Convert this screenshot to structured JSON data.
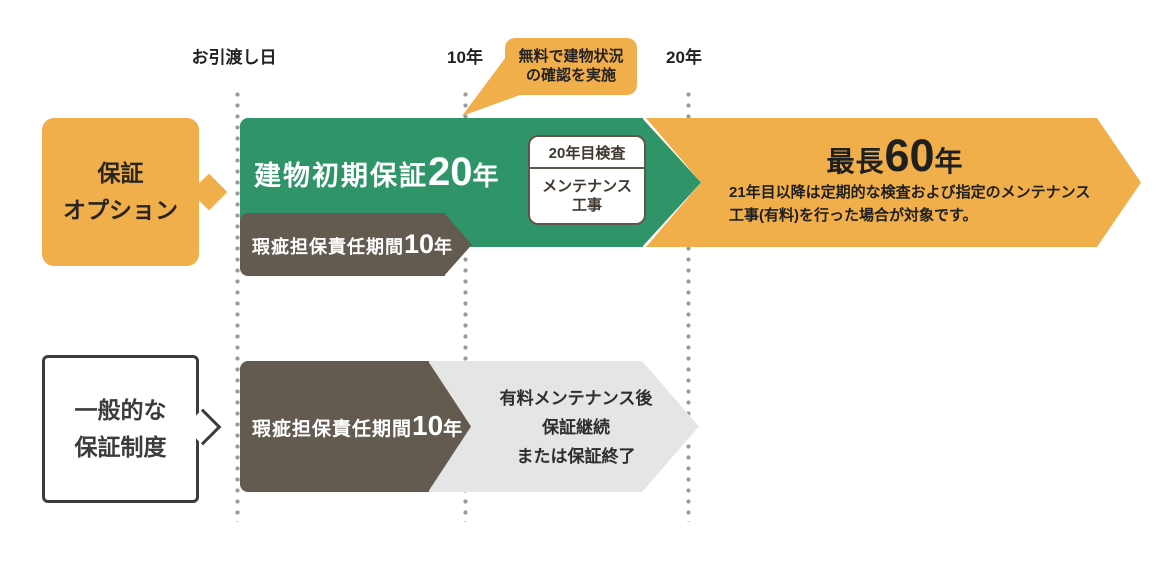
{
  "colors": {
    "orange": "#F1AF4B",
    "green": "#2F9568",
    "brown": "#645B50",
    "light_gray": "#E5E5E5",
    "dot_gray": "#9B9B9B",
    "text_dark": "#222222",
    "white": "#FFFFFF",
    "inspect_box_border": "#5F564D",
    "general_box_border": "#3C3C3C"
  },
  "timeline": {
    "delivery": "お引渡し日",
    "year10": "10年",
    "year20": "20年"
  },
  "callout": {
    "line1": "無料で建物状況",
    "line2": "の確認を実施"
  },
  "warranty_option": {
    "label_line1": "保証",
    "label_line2": "オプション",
    "initial": {
      "text": "建物初期保証",
      "number": "20",
      "unit": "年"
    },
    "inspection_box": {
      "top": "20年目検査",
      "bottom_line1": "メンテナンス",
      "bottom_line2": "工事"
    },
    "defect_period": {
      "text": "瑕疵担保責任期間",
      "number": "10",
      "unit": "年"
    },
    "max": {
      "text": "最長",
      "number": "60",
      "unit": "年",
      "note_line1": "21年目以降は定期的な検査および指定のメンテナンス",
      "note_line2": "工事(有料)を行った場合が対象です。"
    }
  },
  "general_warranty": {
    "label_line1": "一般的な",
    "label_line2": "保証制度",
    "defect_period": {
      "text": "瑕疵担保責任期間",
      "number": "10",
      "unit": "年"
    },
    "after": {
      "line1": "有料メンテナンス後",
      "line2": "保証継続",
      "line3": "または保証終了"
    }
  }
}
